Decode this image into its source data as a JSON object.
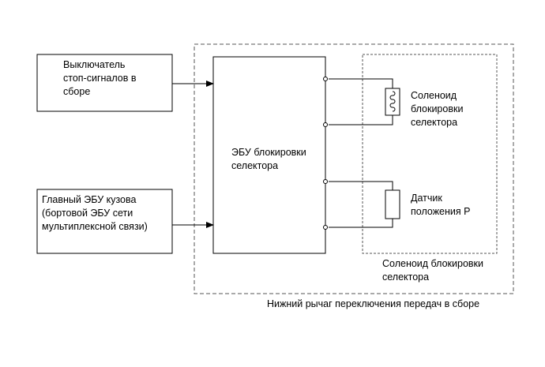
{
  "blocks": {
    "stop_switch": {
      "lines": [
        "Выключатель",
        "стоп-сигналов в",
        "сборе"
      ]
    },
    "body_ecu": {
      "lines": [
        "Главный ЭБУ кузова",
        "(бортовой ЭБУ сети",
        "мультиплексной связи)"
      ]
    },
    "shift_lock_ecu": {
      "lines": [
        "ЭБУ блокировки",
        "селектора"
      ]
    },
    "solenoid": {
      "lines": [
        "Соленоид",
        "блокировки",
        "селектора"
      ]
    },
    "p_sensor": {
      "lines": [
        "Датчик",
        "положения P"
      ]
    }
  },
  "groups": {
    "solenoid_assembly": {
      "lines": [
        "Соленоид блокировки",
        "селектора"
      ]
    },
    "shift_lever_assembly": {
      "label": "Нижний рычаг переключения передач в сборе"
    }
  },
  "colors": {
    "line": "#000000",
    "dashed_border": "#555555",
    "background": "#ffffff"
  }
}
